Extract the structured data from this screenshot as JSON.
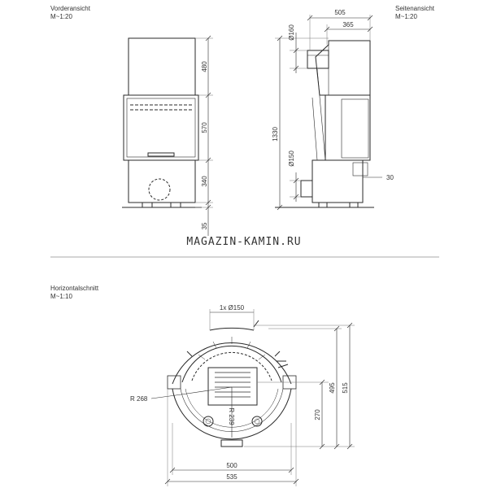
{
  "front_view": {
    "title": "Vorderansicht",
    "scale": "M~1:20"
  },
  "side_view": {
    "title": "Seitenansicht",
    "scale": "M~1:20"
  },
  "horizontal_section": {
    "title": "Horizontalschnitt",
    "scale": "M~1:10"
  },
  "watermark": "MAGAZIN-KAMIN.RU",
  "dims": {
    "front_480": "480",
    "front_570": "570",
    "front_340": "340",
    "front_35": "35",
    "side_505": "505",
    "side_365": "365",
    "side_d160": "Ø160",
    "side_1330": "1330",
    "side_d150": "Ø150",
    "side_30": "30",
    "plan_1x150": "1x Ø150",
    "plan_r268": "R 268",
    "plan_r239": "R 239",
    "plan_270": "270",
    "plan_495": "495",
    "plan_515": "515",
    "plan_500": "500",
    "plan_535": "535"
  },
  "colors": {
    "line": "#2a2a2a",
    "light_line": "#777777"
  }
}
